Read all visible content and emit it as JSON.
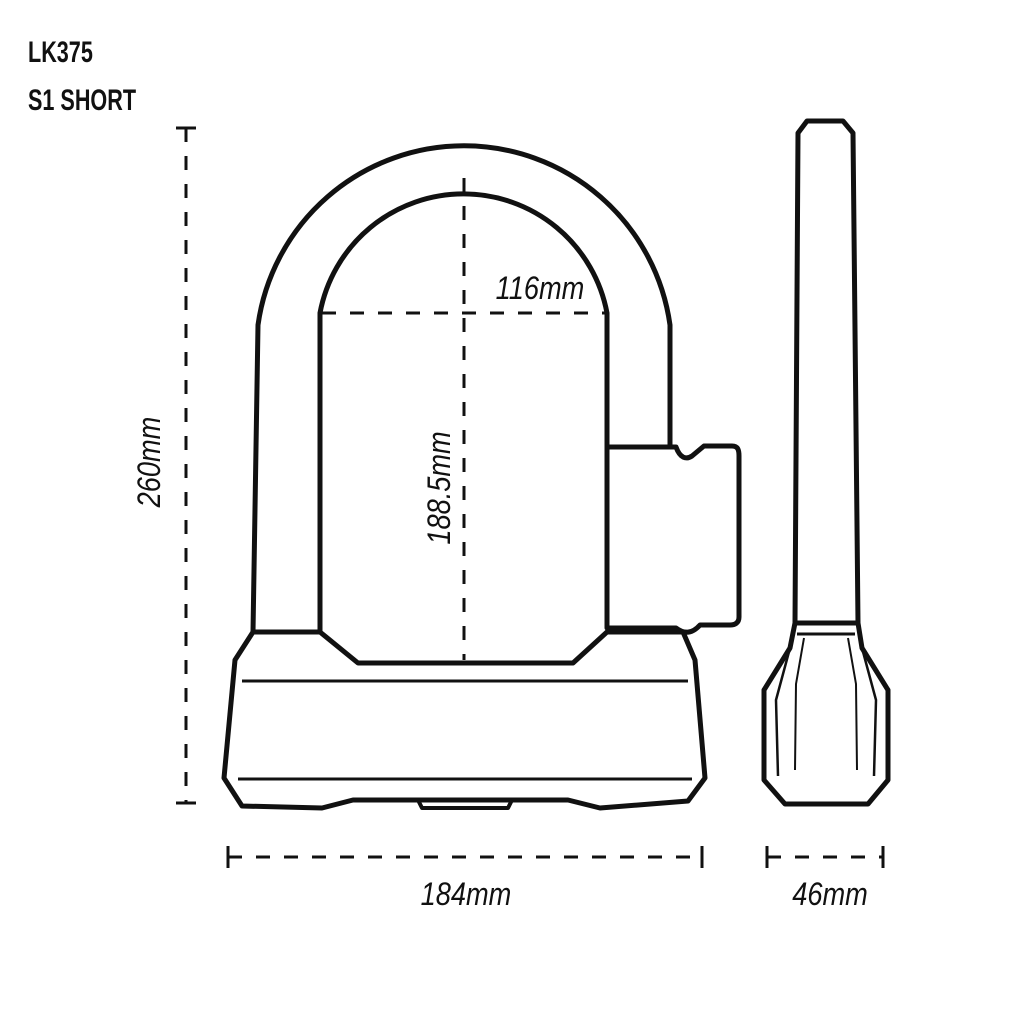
{
  "product": {
    "model_code": "LK375",
    "variant": "S1 SHORT"
  },
  "dimensions": {
    "total_height": "260mm",
    "inner_height": "188.5mm",
    "inner_width": "116mm",
    "total_width": "184mm",
    "depth": "46mm"
  },
  "colors": {
    "line": "#111111",
    "background": "#ffffff"
  }
}
